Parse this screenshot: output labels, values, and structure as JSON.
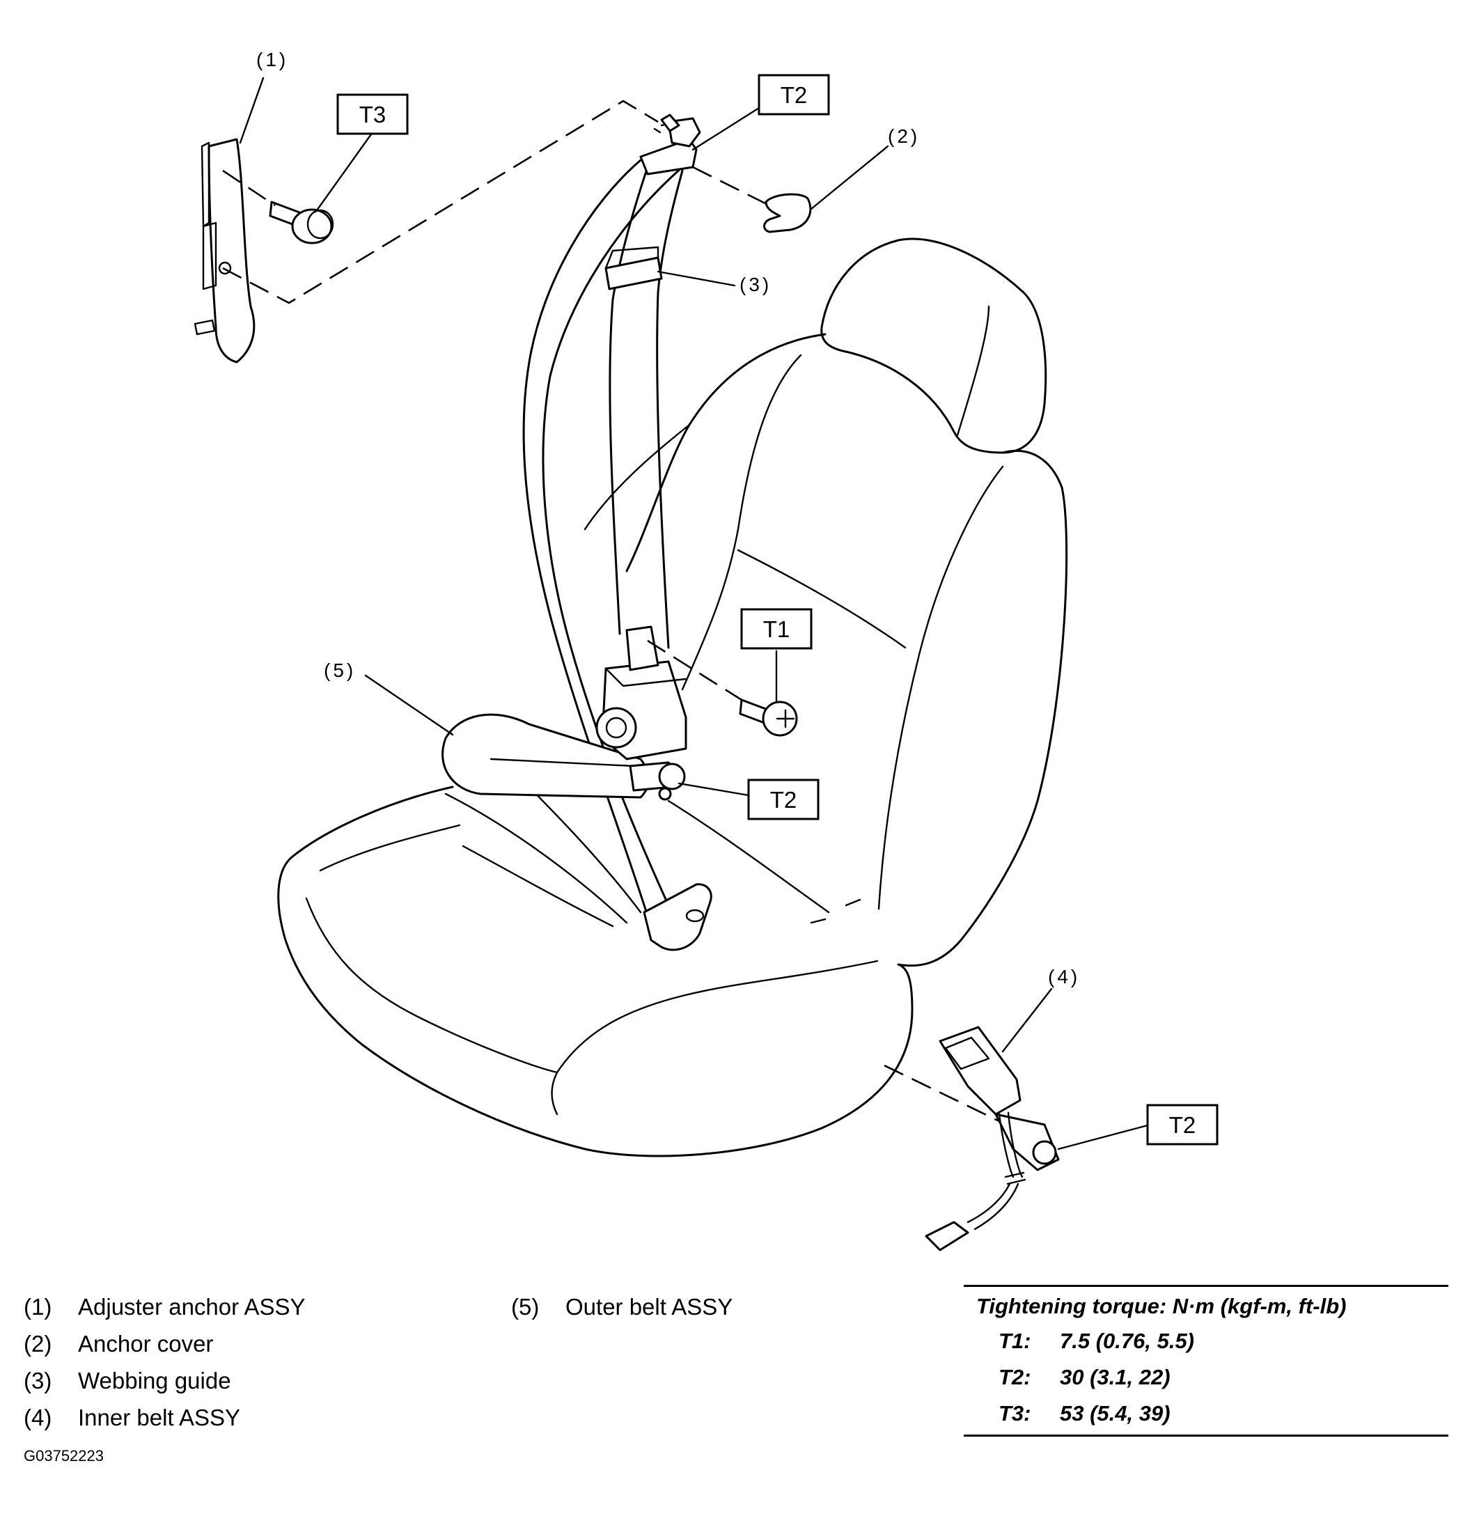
{
  "diagram": {
    "callouts": [
      {
        "id": "c1",
        "text": "(1)"
      },
      {
        "id": "c2",
        "text": "(2)"
      },
      {
        "id": "c3",
        "text": "(3)"
      },
      {
        "id": "c4",
        "text": "(4)"
      },
      {
        "id": "c5",
        "text": "(5)"
      }
    ],
    "torque_boxes": [
      {
        "id": "t3",
        "text": "T3"
      },
      {
        "id": "t2_top",
        "text": "T2"
      },
      {
        "id": "t1",
        "text": "T1"
      },
      {
        "id": "t2_mid",
        "text": "T2"
      },
      {
        "id": "t2_bottom",
        "text": "T2"
      }
    ]
  },
  "legend": {
    "left": [
      {
        "num": "(1)",
        "label": "Adjuster anchor ASSY"
      },
      {
        "num": "(2)",
        "label": "Anchor cover"
      },
      {
        "num": "(3)",
        "label": "Webbing guide"
      },
      {
        "num": "(4)",
        "label": "Inner belt ASSY"
      }
    ],
    "right": [
      {
        "num": "(5)",
        "label": "Outer belt ASSY"
      }
    ]
  },
  "torque_table": {
    "title": "Tightening torque: N·m (kgf-m, ft-lb)",
    "rows": [
      {
        "key": "T1:",
        "value": "7.5 (0.76, 5.5)"
      },
      {
        "key": "T2:",
        "value": "30 (3.1, 22)"
      },
      {
        "key": "T3:",
        "value": "53 (5.4, 39)"
      }
    ]
  },
  "figure_code": "G03752223"
}
